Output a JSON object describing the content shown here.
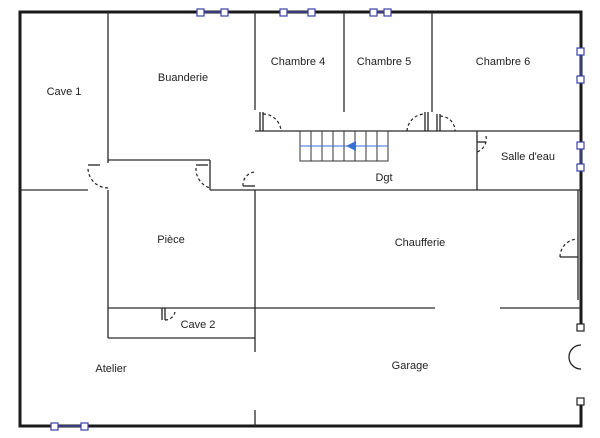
{
  "plan": {
    "rooms": {
      "cave1": "Cave 1",
      "buanderie": "Buanderie",
      "chambre4": "Chambre 4",
      "chambre5": "Chambre 5",
      "chambre6": "Chambre 6",
      "dgt": "Dgt",
      "salle_eau": "Salle d'eau",
      "piece": "Pièce",
      "chaufferie": "Chaufferie",
      "cave2": "Cave 2",
      "atelier": "Atelier",
      "garage": "Garage"
    },
    "colors": {
      "walls": "#1a1a1a",
      "windows": "#3a40a8",
      "stair_arrow": "#3a6fd8"
    },
    "icons": {
      "stair_direction": "arrow-left-icon"
    }
  }
}
